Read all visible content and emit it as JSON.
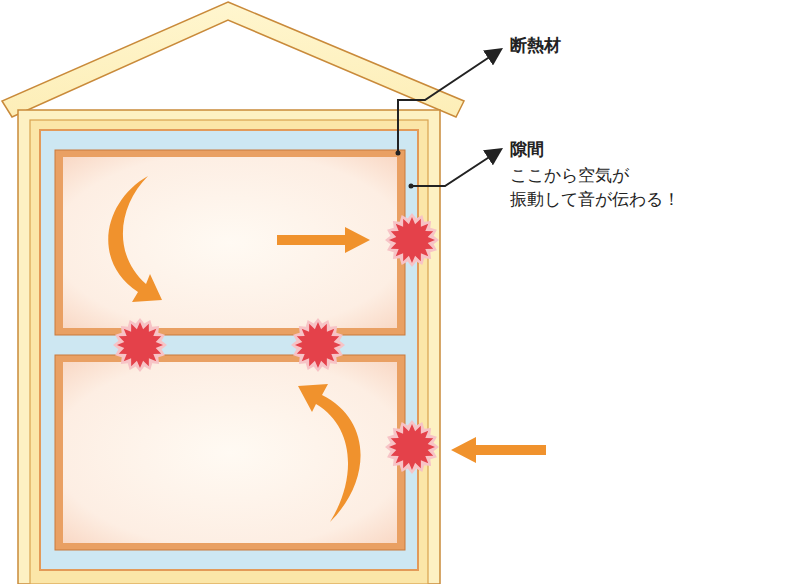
{
  "diagram": {
    "labels": [
      "断熱材",
      "隙間",
      "ここから空気が 振動して音が伝わる！"
    ]
  }
}
